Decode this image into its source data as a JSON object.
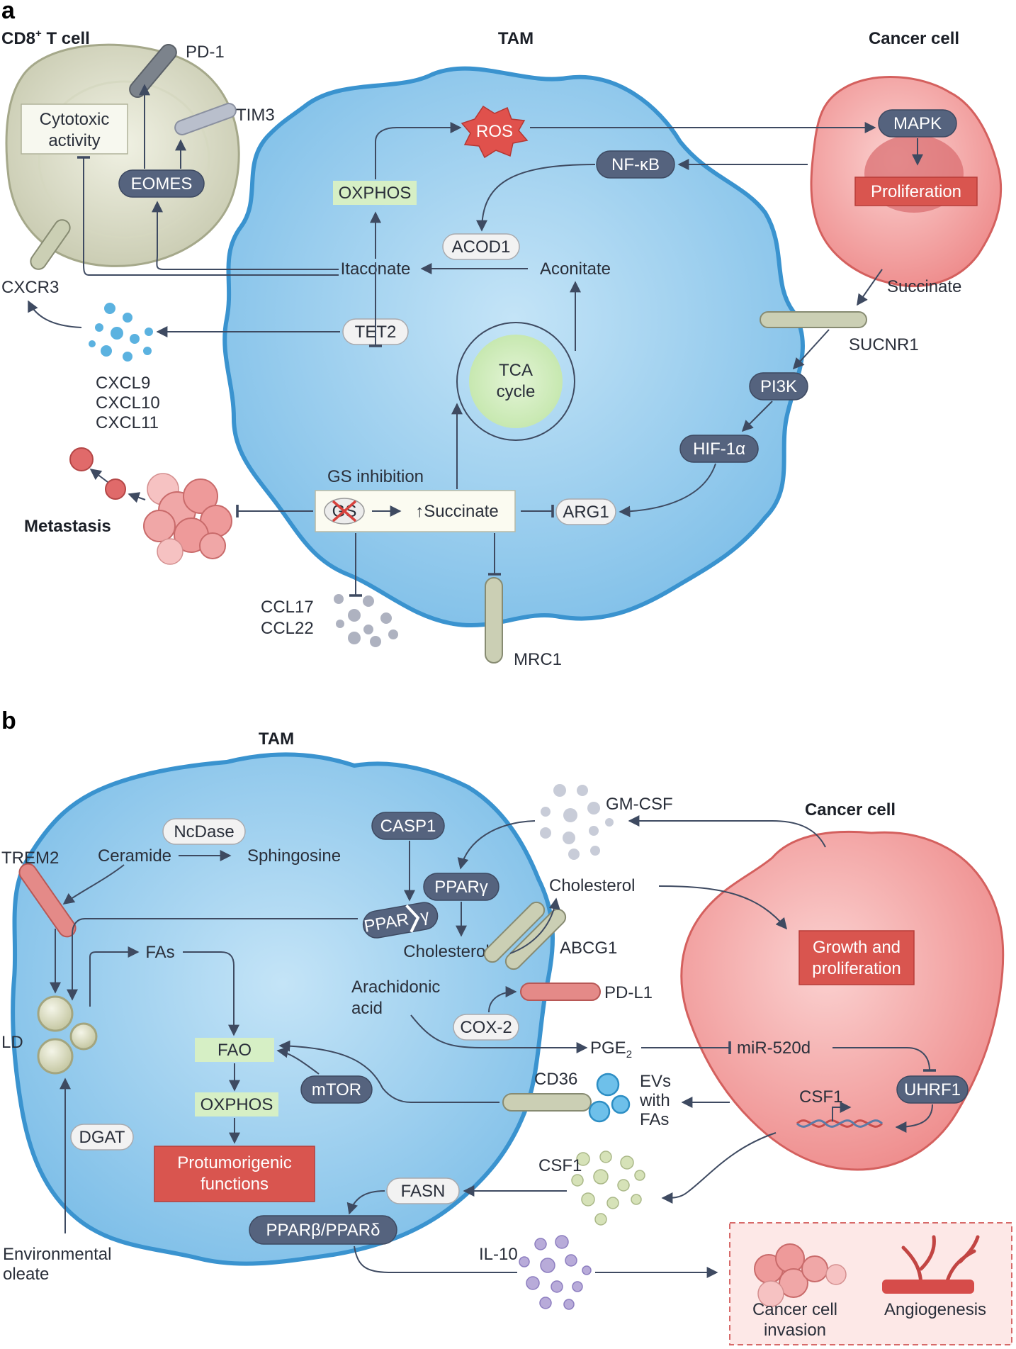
{
  "panels": {
    "a": "a",
    "b": "b"
  },
  "panel_a": {
    "cd8_title": "CD8",
    "cd8_sup": "+",
    "cd8_title_tail": " T cell",
    "tam_title": "TAM",
    "cancer_title": "Cancer cell",
    "pd1": "PD-1",
    "tim3": "TIM3",
    "cytotoxic_line1": "Cytotoxic",
    "cytotoxic_line2": "activity",
    "eomes": "EOMES",
    "cxcr3": "CXCR3",
    "cxcl9": "CXCL9",
    "cxcl10": "CXCL10",
    "cxcl11": "CXCL11",
    "ros": "ROS",
    "nfkb": "NF-κB",
    "oxphos": "OXPHOS",
    "acod1": "ACOD1",
    "itaconate": "Itaconate",
    "aconitate": "Aconitate",
    "tet2": "TET2",
    "tca_line1": "TCA",
    "tca_line2": "cycle",
    "mapk": "MAPK",
    "proliferation": "Proliferation",
    "succinate_label": "Succinate",
    "sucnr1": "SUCNR1",
    "pi3k": "PI3K",
    "hif": "HIF-1α",
    "arg1": "ARG1",
    "gs_inhibition": "GS inhibition",
    "gs": "GS",
    "up_succinate": "↑Succinate",
    "metastasis": "Metastasis",
    "ccl17": "CCL17",
    "ccl22": "CCL22",
    "mrc1": "MRC1"
  },
  "panel_b": {
    "tam_title": "TAM",
    "cancer_title": "Cancer cell",
    "trem2": "TREM2",
    "ncdase": "NcDase",
    "ceramide": "Ceramide",
    "sphingosine": "Sphingosine",
    "casp1": "CASP1",
    "ppargamma": "PPARγ",
    "pparg_cleaved": "PPAR",
    "pparg_cleaved_tail": "γ",
    "cholesterol_in": "Cholesterol",
    "cholesterol_out": "Cholesterol",
    "abcg1": "ABCG1",
    "gmcsf": "GM-CSF",
    "growth_line1": "Growth and",
    "growth_line2": "proliferation",
    "fas": "FAs",
    "ld": "LD",
    "arachidonic_line1": "Arachidonic",
    "arachidonic_line2": "acid",
    "pdl1": "PD-L1",
    "cox2": "COX-2",
    "pge2": "PGE",
    "pge2_sub": "2",
    "mir520d": "miR-520d",
    "uhrf1": "UHRF1",
    "fao": "FAO",
    "mtor": "mTOR",
    "oxphos": "OXPHOS",
    "cd36": "CD36",
    "evs_line1": "EVs",
    "evs_line2": "with",
    "evs_line3": "FAs",
    "csf1_gene": "CSF1",
    "dgat": "DGAT",
    "protumor_line1": "Protumorigenic",
    "protumor_line2": "functions",
    "csf1": "CSF1",
    "fasn": "FASN",
    "ppar_bd": "PPARβ/PPARδ",
    "il10": "IL-10",
    "env_line1": "Environmental",
    "env_line2": "oleate",
    "invasion_line1": "Cancer cell",
    "invasion_line2": "invasion",
    "angiogenesis": "Angiogenesis"
  },
  "colors": {
    "tam_fill": "#8cc8ec",
    "tam_edge": "#3a93cf",
    "cancer_fill": "#f19a9a",
    "tcell_fill": "#d9dbc4",
    "pill_dark": "#55637e",
    "red_box": "#d9554f",
    "green_box": "#d6efc5"
  }
}
